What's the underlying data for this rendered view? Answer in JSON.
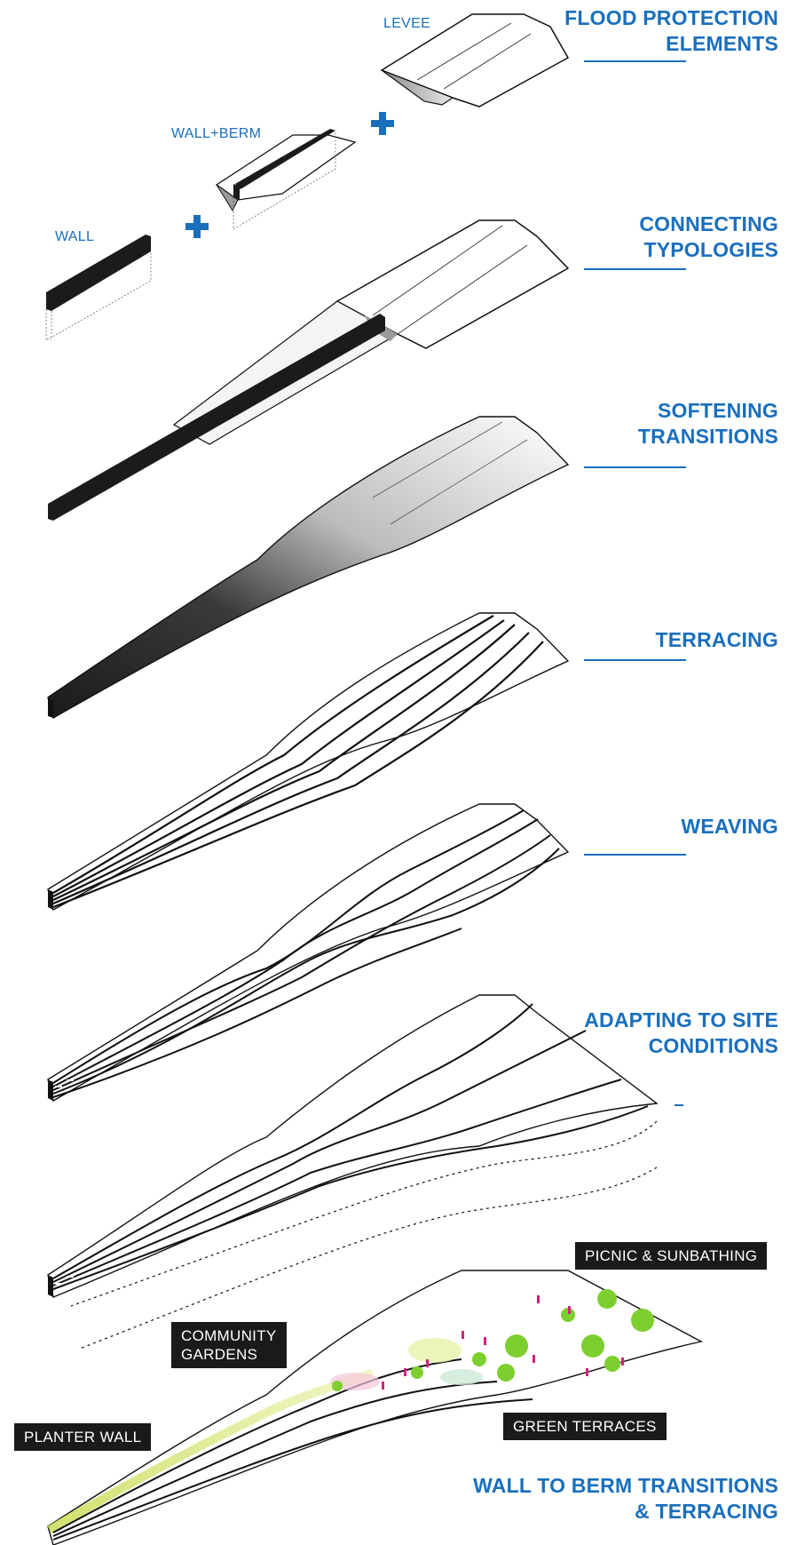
{
  "headings": {
    "flood_protection": [
      "FLOOD PROTECTION",
      "ELEMENTS"
    ],
    "connecting": [
      "CONNECTING",
      "TYPOLOGIES"
    ],
    "softening": [
      "SOFTENING",
      "TRANSITIONS"
    ],
    "terracing": [
      "TERRACING"
    ],
    "weaving": [
      "WEAVING"
    ],
    "adapting": [
      "ADAPTING TO SITE",
      "CONDITIONS"
    ],
    "final": [
      "WALL TO BERM TRANSITIONS",
      "& TERRACING"
    ]
  },
  "elements": {
    "levee": "LEVEE",
    "wall_berm": "WALL+BERM",
    "wall": "WALL"
  },
  "callouts": {
    "picnic": [
      "PICNIC & SUNBATHING"
    ],
    "community": [
      "COMMUNITY",
      "GARDENS"
    ],
    "planter": [
      "PLANTER WALL"
    ],
    "green_terraces": [
      "GREEN TERRACES"
    ]
  },
  "colors": {
    "accent_blue": "#1a6fbd",
    "tag_bg": "#1a1a1a",
    "wall_dark": "#1b1b1b",
    "tree_green": "#7dcf2f",
    "people_magenta": "#d61f7a"
  }
}
